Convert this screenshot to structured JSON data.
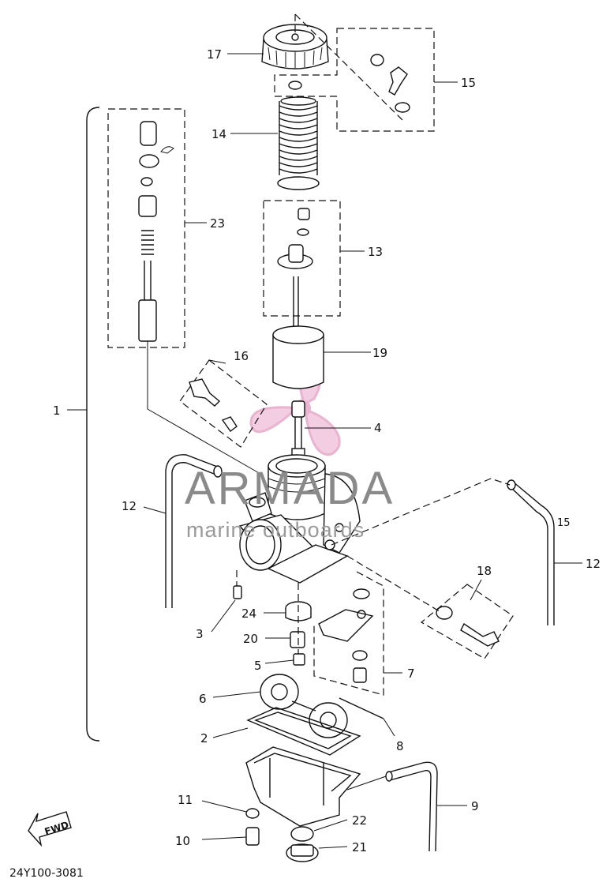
{
  "diagram": {
    "part_code": "24Y100-3081",
    "fwd_label": "FWD",
    "labels": {
      "p1": "1",
      "p2": "2",
      "p3": "3",
      "p4": "4",
      "p5": "5",
      "p6": "6",
      "p7": "7",
      "p8": "8",
      "p9": "9",
      "p10": "10",
      "p11": "11",
      "p12a": "12",
      "p12b": "12",
      "p13": "13",
      "p14": "14",
      "p15a": "15",
      "p15b": "15",
      "p16": "16",
      "p17": "17",
      "p18": "18",
      "p19": "19",
      "p20": "20",
      "p21": "21",
      "p22": "22",
      "p23": "23",
      "p24": "24"
    }
  },
  "watermark": {
    "brand": "ARMADA",
    "tagline": "marine outboards",
    "colors": {
      "accent": "#e7a8c8",
      "text": "#8a8a8a"
    }
  }
}
